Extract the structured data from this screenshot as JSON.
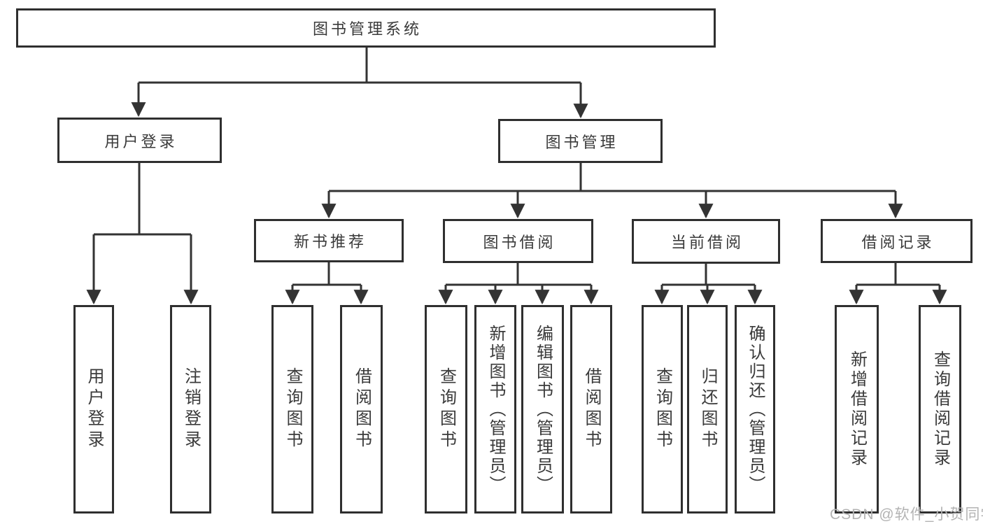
{
  "diagram_type": "functional-structure-tree",
  "colors": {
    "line": "#333333",
    "box_border": "#2f2f2f",
    "text": "#3a3a3a",
    "watermark": "#b3b3b3",
    "background": "#ffffff"
  },
  "tree": {
    "label": "图书管理系统",
    "children": [
      {
        "label": "用户登录",
        "children": [
          {
            "label": "用户登录"
          },
          {
            "label": "注销登录"
          }
        ]
      },
      {
        "label": "图书管理",
        "children": [
          {
            "label": "新书推荐",
            "children": [
              {
                "label": "查询图书"
              },
              {
                "label": "借阅图书"
              }
            ]
          },
          {
            "label": "图书借阅",
            "children": [
              {
                "label": "查询图书"
              },
              {
                "label": "新增图书（管理员）"
              },
              {
                "label": "编辑图书（管理员）"
              },
              {
                "label": "借阅图书"
              }
            ]
          },
          {
            "label": "当前借阅",
            "children": [
              {
                "label": "查询图书"
              },
              {
                "label": "归还图书"
              },
              {
                "label": "确认归还（管理员）"
              }
            ]
          },
          {
            "label": "借阅记录",
            "children": [
              {
                "label": "新增借阅记录"
              },
              {
                "label": "查询借阅记录"
              }
            ]
          }
        ]
      }
    ]
  },
  "watermark": "CSDN @软件_小贺同学"
}
